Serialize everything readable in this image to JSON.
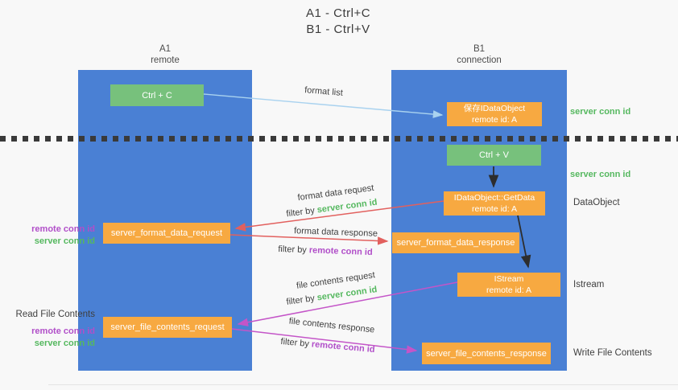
{
  "title": {
    "line1": "A1 - Ctrl+C",
    "line2": "B1 - Ctrl+V"
  },
  "columns": {
    "a": {
      "name": "A1",
      "subtitle": "remote"
    },
    "b": {
      "name": "B1",
      "subtitle": "connection"
    }
  },
  "nodes": {
    "ctrl_c": {
      "label": "Ctrl + C"
    },
    "ctrl_v": {
      "label": "Ctrl + V"
    },
    "save_dataobject": {
      "line1": "保存IDataObject",
      "line2": "remote id: A"
    },
    "getdata": {
      "line1": "IDataObject::GetData",
      "line2": "remote id: A"
    },
    "istream": {
      "line1": "IStream",
      "line2": "remote id: A"
    },
    "server_format_data_request": {
      "label": "server_format_data_request"
    },
    "server_format_data_response": {
      "label": "server_format_data_response"
    },
    "server_file_contents_request": {
      "label": "server_file_contents_request"
    },
    "server_file_contents_response": {
      "label": "server_file_contents_response"
    }
  },
  "side_labels": {
    "dataobject": "DataObject",
    "istream": "Istream",
    "read_file_contents": "Read File Contents",
    "write_file_contents": "Write File Contents"
  },
  "tokens": {
    "server_conn_id": "server conn id",
    "remote_conn_id": "remote conn id",
    "filter_by": "filter by "
  },
  "arrow_labels": {
    "format_list": "format list",
    "format_data_request": "format data request",
    "format_data_response": "format data response",
    "file_contents_request": "file contents request",
    "file_contents_response": "file contents response"
  },
  "colors": {
    "column_blue": "#4a80d4",
    "node_green": "#77c17c",
    "node_orange": "#f7a941",
    "server_conn_green": "#55b85f",
    "remote_conn_purple": "#b14fc9",
    "request_red": "#e2605e",
    "response_magenta": "#c455c8",
    "format_list_blue": "#a9d2ef",
    "control_arrow_black": "#2d2d2d",
    "background": "#f8f8f8"
  }
}
